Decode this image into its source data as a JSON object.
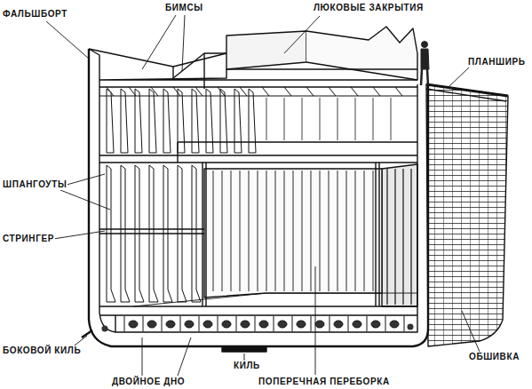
{
  "diagram": {
    "labels": [
      "ФАЛЬШБОРТ",
      "БИМСЫ",
      "ЛЮКОВЫЕ ЗАКРЫТИЯ",
      "ПЛАНШИРЬ",
      "ШПАНГОУТЫ",
      "СТРИНГЕР",
      "БОКОВОЙ КИЛЬ",
      "ДВОЙНОЕ ДНО",
      "КИЛЬ",
      "ПОПЕРЕЧНАЯ ПЕРЕБОРКА",
      "ОБШИВКА"
    ]
  }
}
